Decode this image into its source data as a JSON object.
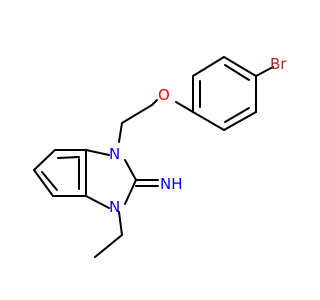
{
  "molecule": {
    "atoms": {
      "br": {
        "text": "Br",
        "color": "#a52a2a"
      },
      "o": {
        "text": "O",
        "color": "#ff0000"
      },
      "n1": {
        "text": "N",
        "color": "#0000ff"
      },
      "n3": {
        "text": "N",
        "color": "#0000ff"
      },
      "imine": {
        "text": "NH",
        "color": "#0000ff"
      }
    },
    "bond_color": "#000000"
  }
}
